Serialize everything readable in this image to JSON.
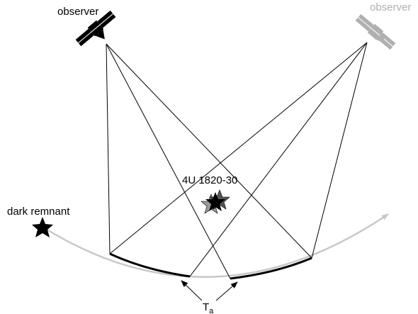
{
  "labels": {
    "observer_dark": "observer",
    "observer_gray": "observer",
    "source": "4U 1820-30",
    "remnant": "dark remnant",
    "ta_main": "T",
    "ta_sub": "a"
  },
  "colors": {
    "dark": "#000000",
    "gray": "#b0b0b0",
    "arc_gray": "#c8c8c8",
    "star_gray": "#9a9a9a"
  },
  "icons": {
    "observer_dark": "satellite-icon",
    "observer_gray": "satellite-icon",
    "source": "star-icon",
    "remnant": "star-icon"
  }
}
